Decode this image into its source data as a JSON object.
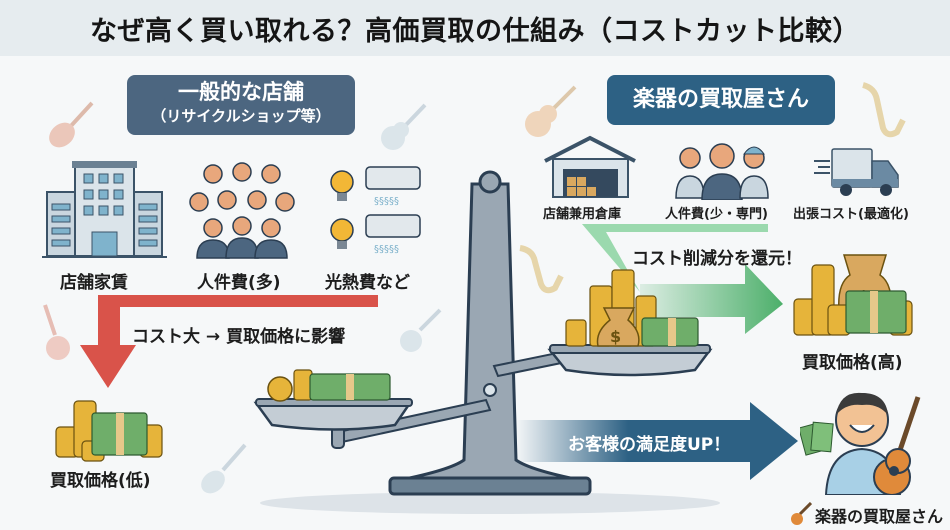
{
  "title": "なぜ高く買い取れる？高価買取の仕組み（コストカット比較）",
  "left": {
    "badge_title": "一般的な店舗",
    "badge_subtitle": "（リサイクルショップ等）",
    "costs": [
      {
        "icon": "office-building-icon",
        "label": "店舗家賃"
      },
      {
        "icon": "staff-group-icon",
        "label": "人件費(多)"
      },
      {
        "icon": "utilities-icon",
        "label": "光熱費など"
      }
    ],
    "arrow_text": "コスト大 → 買取価格に影響",
    "result_label": "買取価格(低)",
    "arrow_color": "#d9534a"
  },
  "right": {
    "badge_title": "楽器の買取屋さん",
    "costs": [
      {
        "icon": "warehouse-icon",
        "label": "店舗兼用倉庫"
      },
      {
        "icon": "small-staff-icon",
        "label": "人件費(少・専門)"
      },
      {
        "icon": "delivery-truck-icon",
        "label": "出張コスト(最適化)"
      }
    ],
    "arrow_text": "コスト削減分を還元！",
    "result_label": "買取価格(高)",
    "arrow_color": "#4caf6a",
    "satisfaction_text": "お客様の満足度UP！",
    "satisfaction_color": "#2d6184"
  },
  "footer_brand": "楽器の買取屋さん",
  "colors": {
    "header_bg": "#e6ecef",
    "left_badge": "#4c6680",
    "right_badge": "#2d6184",
    "scale": "#9aa7b3",
    "scale_outline": "#2b3e52"
  }
}
